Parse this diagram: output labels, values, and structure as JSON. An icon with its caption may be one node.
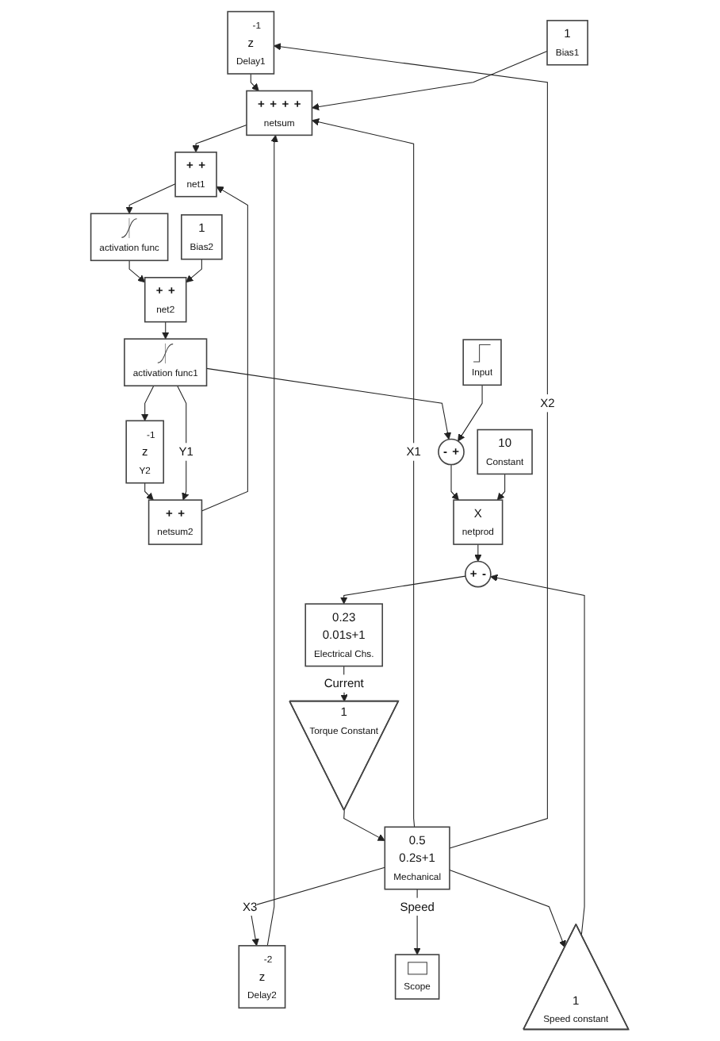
{
  "diagram": {
    "nodes": [
      {
        "text": [
          "-1",
          "z",
          "Delay1"
        ]
      },
      {
        "text": [
          "+",
          "+",
          "+",
          "+",
          "netsum"
        ]
      },
      {
        "text": [
          "-2",
          "z",
          "Delay2"
        ]
      },
      {
        "text": [
          "1",
          "Bias2"
        ]
      },
      {
        "text": [
          "1",
          "Bias1"
        ]
      },
      {
        "text": [
          "+",
          "+",
          "net1"
        ]
      },
      {
        "text": [
          "activation func"
        ]
      },
      {
        "text": [
          "+",
          "+",
          "net2"
        ]
      },
      {
        "text": [
          "activation func1"
        ]
      },
      {
        "text": [
          "-1",
          "z",
          "Y2"
        ]
      },
      {
        "text": [
          "+",
          "+",
          "netsum2"
        ]
      },
      {
        "text": [
          "Scope"
        ]
      },
      {
        "text": [
          "Input"
        ]
      },
      {
        "text": [
          "-",
          "+"
        ]
      },
      {
        "text": [
          "X",
          "netprod"
        ]
      },
      {
        "text": [
          "10",
          "Constant"
        ]
      },
      {
        "text": [
          "+",
          "-"
        ]
      },
      {
        "text": [
          "0.23",
          "0.01s+1",
          "Electrical Chs."
        ]
      },
      {
        "text": [
          "1",
          "Torque Constant"
        ]
      },
      {
        "text": [
          "0.5",
          "0.2s+1",
          "Mechanical"
        ]
      },
      {
        "text": [
          "1",
          "Speed constant"
        ]
      }
    ],
    "edges": [
      {
        "from": 19,
        "to": 1,
        "arrow": "to",
        "label": "X1"
      },
      {
        "from": 19,
        "to": 0,
        "arrow": "to",
        "label": "X2"
      },
      {
        "from": 19,
        "to": 2,
        "arrow": "to",
        "label": "X3"
      },
      {
        "from": 0,
        "to": 1,
        "arrow": "to"
      },
      {
        "from": 4,
        "to": 1,
        "arrow": "to"
      },
      {
        "from": 2,
        "to": 1,
        "arrow": "to"
      },
      {
        "from": 1,
        "to": 5,
        "arrow": "to"
      },
      {
        "from": 10,
        "to": 5,
        "arrow": "to"
      },
      {
        "from": 5,
        "to": 6,
        "arrow": "to"
      },
      {
        "from": 6,
        "to": 7,
        "arrow": "to"
      },
      {
        "from": 3,
        "to": 7,
        "arrow": "to"
      },
      {
        "from": 7,
        "to": 8,
        "arrow": "to"
      },
      {
        "from": 8,
        "to": 9,
        "arrow": "to"
      },
      {
        "from": 9,
        "to": 10,
        "arrow": "to"
      },
      {
        "from": 8,
        "to": 10,
        "arrow": "to",
        "label": "Y1"
      },
      {
        "from": 8,
        "to": 13,
        "arrow": "to"
      },
      {
        "from": 19,
        "to": 11,
        "arrow": "to",
        "label": "Speed"
      },
      {
        "from": 12,
        "to": 13,
        "arrow": "to"
      },
      {
        "from": 13,
        "to": 14,
        "arrow": "to"
      },
      {
        "from": 15,
        "to": 14,
        "arrow": "to"
      },
      {
        "from": 14,
        "to": 16,
        "arrow": "to"
      },
      {
        "from": 16,
        "to": 17,
        "arrow": "to"
      },
      {
        "from": 17,
        "to": 18,
        "arrow": "to",
        "label": "Current"
      },
      {
        "from": 18,
        "to": 19,
        "arrow": "to"
      },
      {
        "from": 19,
        "to": 20,
        "arrow": "to"
      },
      {
        "from": 20,
        "to": 16,
        "arrow": "to"
      }
    ]
  }
}
